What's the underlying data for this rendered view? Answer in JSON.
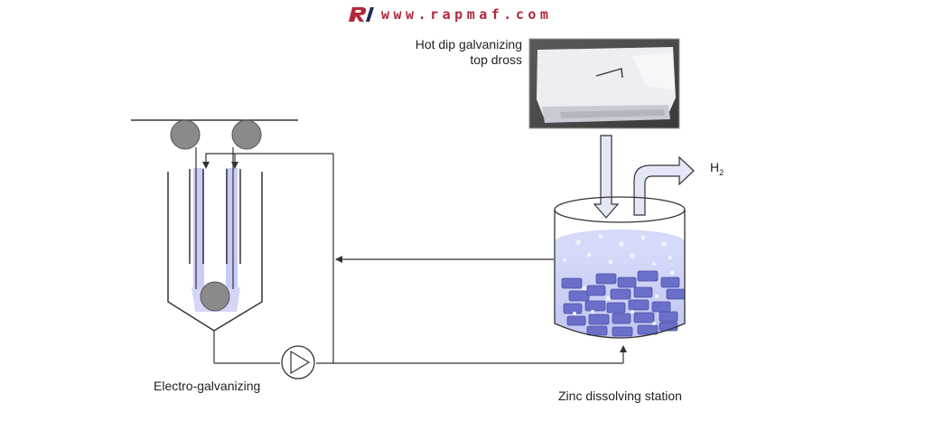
{
  "brand": {
    "text": "www.rapmaf.com",
    "color": "#b0283a"
  },
  "labels": {
    "top_dross_line1": "Hot dip galvanizing",
    "top_dross_line2": "top dross",
    "h2_main": "H",
    "h2_sub": "2",
    "electro": "Electro-galvanizing",
    "zinc_station": "Zinc dissolving station"
  },
  "colors": {
    "line": "#333333",
    "roller": "#8a8a8a",
    "electrolyte": "#c9cdf5",
    "zinc_block": "#6a6fc9",
    "tank_liquid": "#c4c9f3",
    "arrow_fill": "#e4e8f6"
  }
}
